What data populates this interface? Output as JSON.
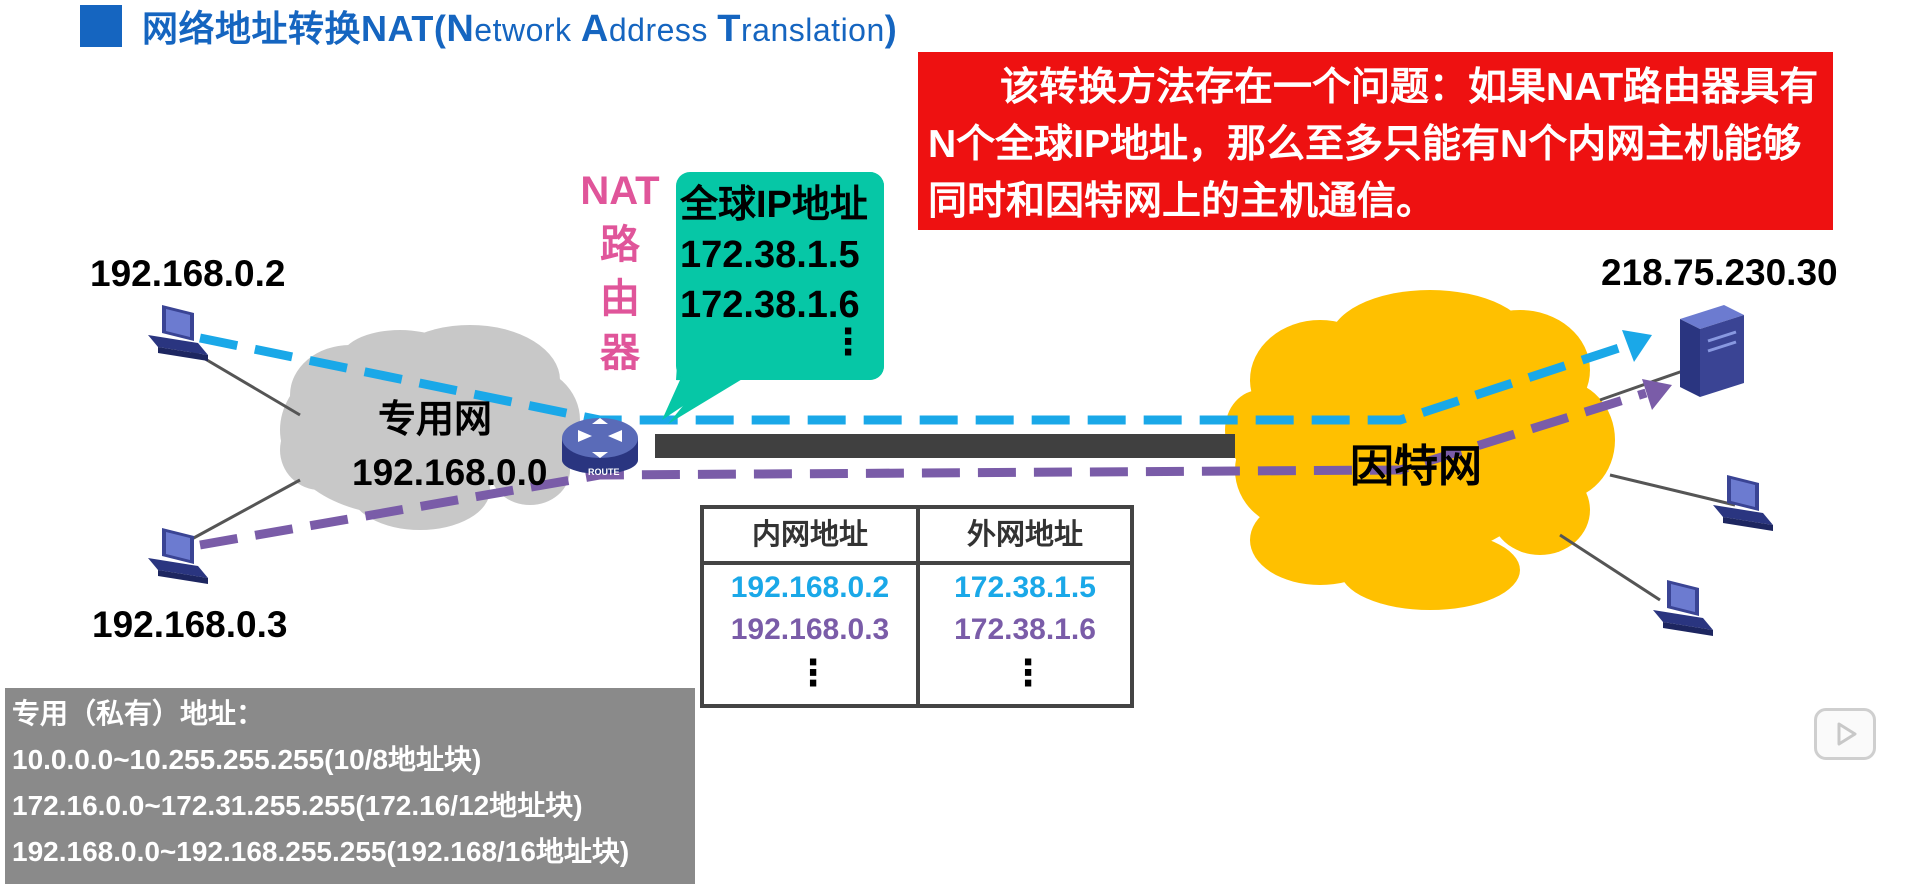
{
  "title": {
    "chinese": "网络地址转换NAT(",
    "n_cap": "N",
    "n_rest": "etwork ",
    "a_cap": "A",
    "a_rest": "ddress ",
    "t_cap": "T",
    "t_rest": "ranslation",
    "close": ")"
  },
  "callout": {
    "text": "该转换方法存在一个问题：如果NAT路由器具有N个全球IP地址，那么至多只能有N个内网主机能够同时和因特网上的主机通信。"
  },
  "hosts": {
    "host_a_ip": "192.168.0.2",
    "host_b_ip": "192.168.0.3",
    "server_ip": "218.75.230.30"
  },
  "private_net": {
    "label": "专用网",
    "address": "192.168.0.0"
  },
  "internet": {
    "label": "因特网"
  },
  "router": {
    "label_line1": "NAT",
    "label_line2": "路",
    "label_line3": "由",
    "label_line4": "器",
    "device_text": "ROUTE"
  },
  "global_ip_bubble": {
    "heading": "全球IP地址",
    "ip1": "172.38.1.5",
    "ip2": "172.38.1.6",
    "ellipsis": "⋮"
  },
  "nat_table": {
    "col_inner": "内网地址",
    "col_outer": "外网地址",
    "rows": [
      {
        "inner": "192.168.0.2",
        "outer": "172.38.1.5"
      },
      {
        "inner": "192.168.0.3",
        "outer": "172.38.1.6"
      }
    ],
    "ellipsis": "⋮"
  },
  "private_ranges": {
    "heading": "专用（私有）地址：",
    "range1": "10.0.0.0~10.255.255.255(10/8地址块)",
    "range2": "172.16.0.0~172.31.255.255(172.16/12地址块)",
    "range3": "192.168.0.0~192.168.255.255(192.168/16地址块)"
  },
  "colors": {
    "title_blue": "#1565c0",
    "callout_red": "#ee1111",
    "bubble_teal": "#06c7a6",
    "path_blue": "#1aa8e8",
    "path_purple": "#7a5ca8",
    "internet_yellow": "#ffc000",
    "private_gray": "#c8c8c8"
  },
  "icons": {
    "host": "desktop-computer-icon",
    "server": "server-tower-icon",
    "router": "router-icon",
    "play": "play-video-icon"
  }
}
